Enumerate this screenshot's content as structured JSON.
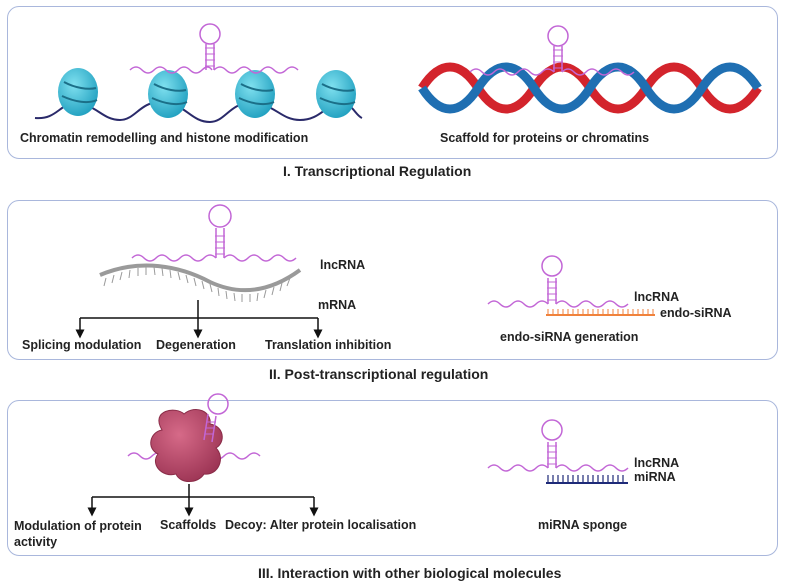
{
  "sections": [
    {
      "title": "I. Transcriptional Regulation",
      "left_caption": "Chromatin remodelling and histone modification",
      "right_caption": "Scaffold for proteins or chromatins"
    },
    {
      "title": "II. Post-transcriptional regulation",
      "lncrna_label": "lncRNA",
      "mrna_label": "mRNA",
      "outcomes": [
        "Splicing modulation",
        "Degeneration",
        "Translation inhibition"
      ],
      "right_lncrna_label": "lncRNA",
      "right_sirna_label": "endo-siRNA",
      "right_caption": "endo-siRNA generation"
    },
    {
      "title": "III. Interaction with other biological molecules",
      "outcomes": [
        "Modulation of protein activity",
        "Scaffolds",
        "Decoy: Alter protein localisation"
      ],
      "right_lncrna_label": "lncRNA",
      "right_mirna_label": "miRNA",
      "right_caption": "miRNA sponge"
    }
  ],
  "colors": {
    "panel_border": "#a9b7dc",
    "rna": "#c266d6",
    "nucleosome": "#3bbfd6",
    "dna_strand": "#2a2a6a",
    "helix_red": "#d3242c",
    "helix_blue": "#1f6fb2",
    "mrna": "#9a9a9a",
    "sirna": "#f0823c",
    "mirna": "#1e2a78",
    "protein": "#c04a6a"
  }
}
